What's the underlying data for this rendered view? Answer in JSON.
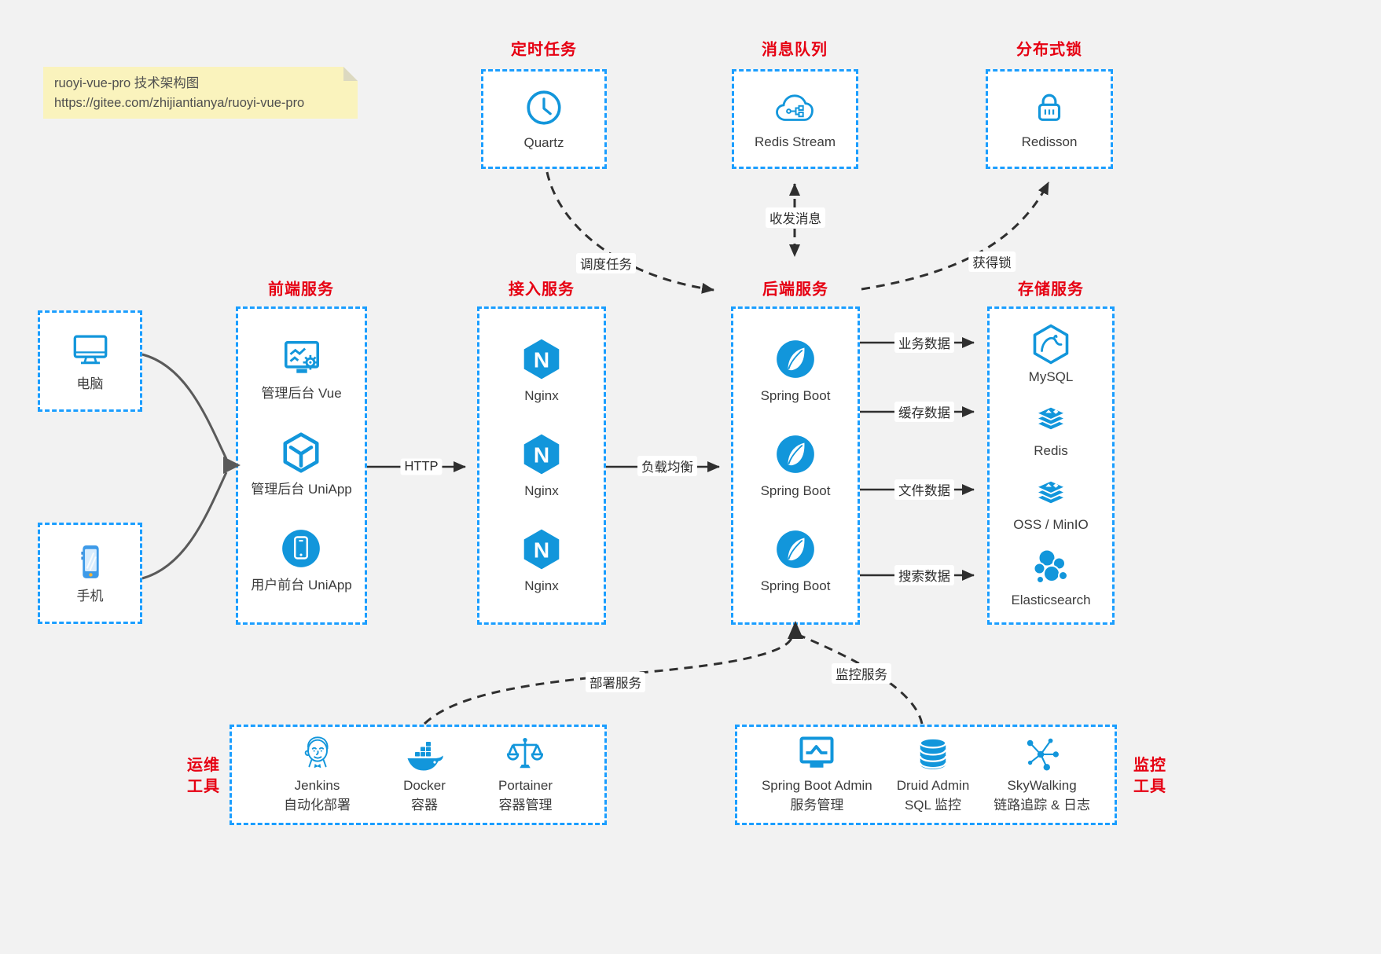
{
  "note": {
    "title": "ruoyi-vue-pro 技术架构图",
    "url": "https://gitee.com/zhijiantianya/ruoyi-vue-pro"
  },
  "colors": {
    "accent_blue": "#1296db",
    "border_blue": "#1b9eff",
    "title_red": "#e60012",
    "arrow_dark": "#2f2f2f",
    "note_bg": "#faf3bd"
  },
  "top_services": [
    {
      "title": "定时任务",
      "label": "Quartz",
      "icon": "clock-icon"
    },
    {
      "title": "消息队列",
      "label": "Redis Stream",
      "icon": "cloud-stream-icon"
    },
    {
      "title": "分布式锁",
      "label": "Redisson",
      "icon": "lock-icon"
    }
  ],
  "clients": [
    {
      "label": "电脑",
      "icon": "desktop-icon"
    },
    {
      "label": "手机",
      "icon": "smartphone-icon"
    }
  ],
  "frontend": {
    "title": "前端服务",
    "items": [
      {
        "label": "管理后台 Vue",
        "icon": "admin-vue-icon"
      },
      {
        "label": "管理后台 UniApp",
        "icon": "uniapp-cube-icon"
      },
      {
        "label": "用户前台 UniApp",
        "icon": "user-uniapp-icon"
      }
    ]
  },
  "gateway": {
    "title": "接入服务",
    "items": [
      {
        "label": "Nginx",
        "icon": "nginx-icon"
      },
      {
        "label": "Nginx",
        "icon": "nginx-icon"
      },
      {
        "label": "Nginx",
        "icon": "nginx-icon"
      }
    ]
  },
  "backend": {
    "title": "后端服务",
    "items": [
      {
        "label": "Spring Boot",
        "icon": "spring-icon"
      },
      {
        "label": "Spring Boot",
        "icon": "spring-icon"
      },
      {
        "label": "Spring Boot",
        "icon": "spring-icon"
      }
    ]
  },
  "storage": {
    "title": "存储服务",
    "items": [
      {
        "label": "MySQL",
        "icon": "mysql-icon"
      },
      {
        "label": "Redis",
        "icon": "redis-stack-icon"
      },
      {
        "label": "OSS / MinIO",
        "icon": "redis-stack-icon"
      },
      {
        "label": "Elasticsearch",
        "icon": "elasticsearch-icon"
      }
    ]
  },
  "edges": {
    "schedule": "调度任务",
    "message": "收发消息",
    "lock": "获得锁",
    "http": "HTTP",
    "load_balance": "负载均衡",
    "business_data": "业务数据",
    "cache_data": "缓存数据",
    "file_data": "文件数据",
    "search_data": "搜索数据",
    "deploy": "部署服务",
    "monitor": "监控服务"
  },
  "ops_tools": {
    "title": [
      "运维",
      "工具"
    ],
    "items": [
      {
        "name": "Jenkins",
        "desc": "自动化部署",
        "icon": "jenkins-icon"
      },
      {
        "name": "Docker",
        "desc": "容器",
        "icon": "docker-icon"
      },
      {
        "name": "Portainer",
        "desc": "容器管理",
        "icon": "portainer-icon"
      }
    ]
  },
  "monitor_tools": {
    "title": [
      "监控",
      "工具"
    ],
    "items": [
      {
        "name": "Spring Boot Admin",
        "desc": "服务管理",
        "icon": "spring-boot-admin-icon"
      },
      {
        "name": "Druid Admin",
        "desc": "SQL 监控",
        "icon": "druid-db-icon"
      },
      {
        "name": "SkyWalking",
        "desc": "链路追踪 & 日志",
        "icon": "skywalking-icon"
      }
    ]
  }
}
